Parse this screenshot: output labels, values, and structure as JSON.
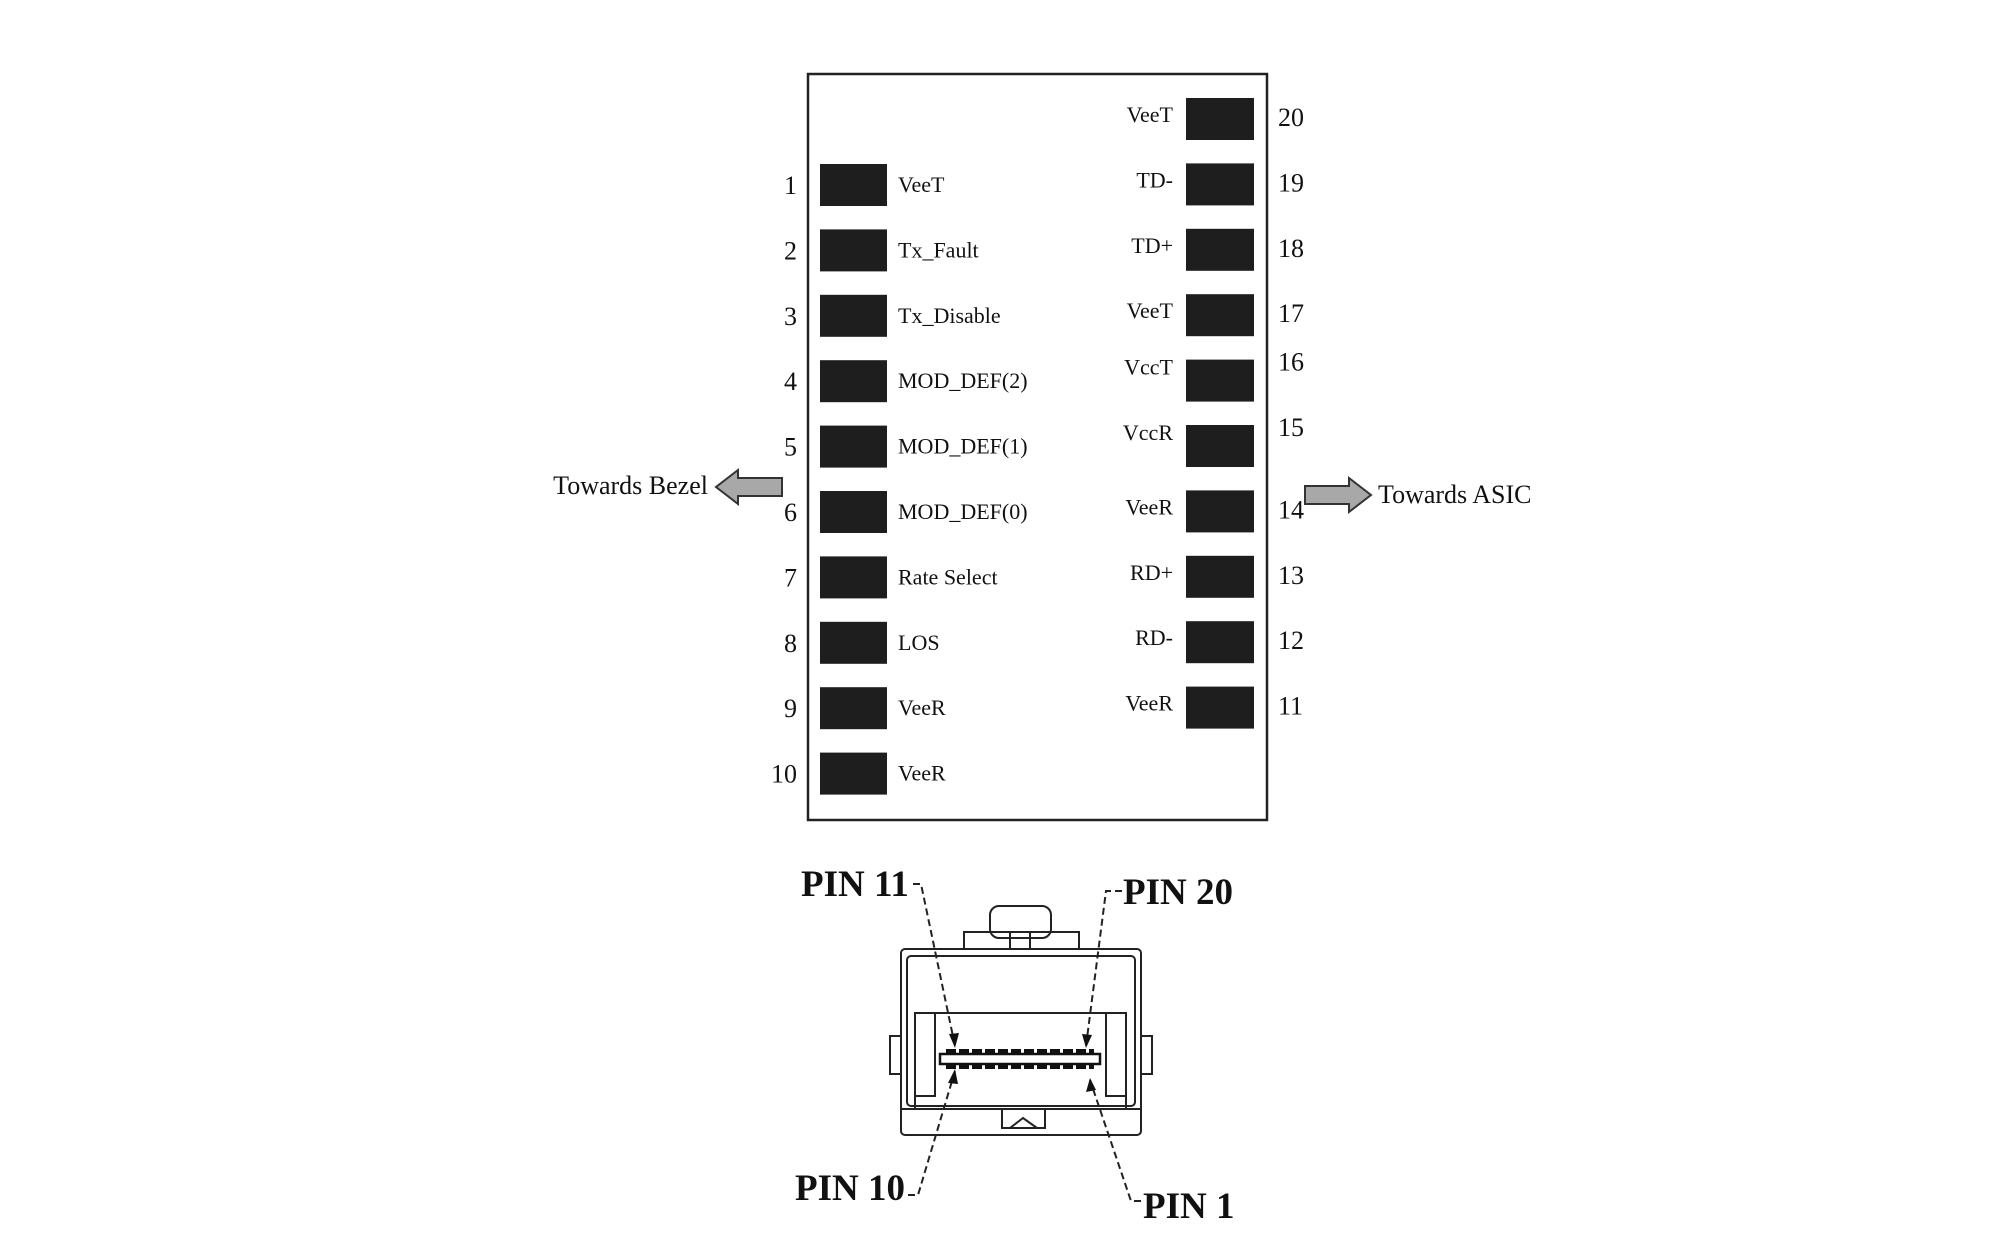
{
  "pinout": {
    "left_pins": [
      {
        "number": "1",
        "signal": "VeeT"
      },
      {
        "number": "2",
        "signal": "Tx_Fault"
      },
      {
        "number": "3",
        "signal": "Tx_Disable"
      },
      {
        "number": "4",
        "signal": "MOD_DEF(2)"
      },
      {
        "number": "5",
        "signal": "MOD_DEF(1)"
      },
      {
        "number": "6",
        "signal": "MOD_DEF(0)"
      },
      {
        "number": "7",
        "signal": "Rate Select"
      },
      {
        "number": "8",
        "signal": "LOS"
      },
      {
        "number": "9",
        "signal": "VeeR"
      },
      {
        "number": "10",
        "signal": "VeeR"
      }
    ],
    "right_pins": [
      {
        "number": "20",
        "signal": "VeeT"
      },
      {
        "number": "19",
        "signal": "TD-"
      },
      {
        "number": "18",
        "signal": "TD+"
      },
      {
        "number": "17",
        "signal": "VeeT"
      },
      {
        "number": "16",
        "signal": "VccT"
      },
      {
        "number": "15",
        "signal": "VccR"
      },
      {
        "number": "14",
        "signal": "VeeR"
      },
      {
        "number": "13",
        "signal": "RD+"
      },
      {
        "number": "12",
        "signal": "RD-"
      },
      {
        "number": "11",
        "signal": "VeeR"
      }
    ],
    "towards_left": "Towards Bezel",
    "towards_right": "Towards ASIC"
  },
  "connector": {
    "pin11": "PIN 11",
    "pin20": "PIN 20",
    "pin10": "PIN 10",
    "pin1": "PIN 1"
  },
  "colors": {
    "pad": "#1e1e1e",
    "arrow_fill": "#a8a8a8"
  }
}
